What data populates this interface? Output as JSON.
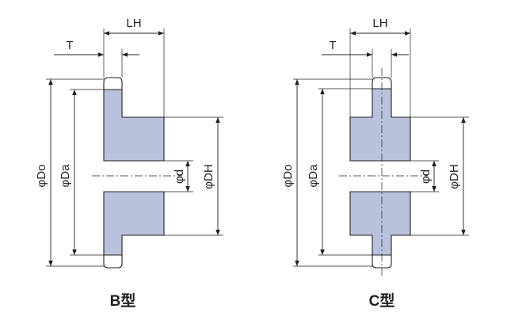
{
  "colors": {
    "body_fill": "#b9c2dc",
    "line": "#231f20",
    "background": "#ffffff"
  },
  "labels": {
    "LH": "LH",
    "T": "T",
    "Do": "φDo",
    "Da": "φDa",
    "d": "φd",
    "DH": "φDH"
  },
  "captions": {
    "B": "B型",
    "C": "C型"
  }
}
